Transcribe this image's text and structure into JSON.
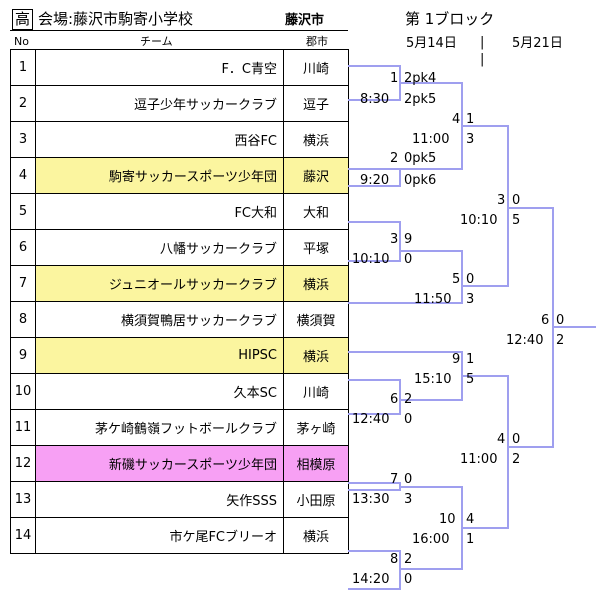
{
  "header": {
    "grade": "高",
    "venue": "会場:藤沢市駒寄小学校",
    "city": "藤沢市",
    "block": "第 1ブロック",
    "date1": "5月14日",
    "date2": "5月21日",
    "separator": "|"
  },
  "columns": {
    "no": "No",
    "team": "チーム",
    "town": "郡市"
  },
  "teams": [
    {
      "no": "1",
      "name": "F．C青空",
      "town": "川崎",
      "highlight": ""
    },
    {
      "no": "2",
      "name": "逗子少年サッカークラブ",
      "town": "逗子",
      "highlight": ""
    },
    {
      "no": "3",
      "name": "西谷FC",
      "town": "横浜",
      "highlight": ""
    },
    {
      "no": "4",
      "name": "駒寄サッカースポーツ少年団",
      "town": "藤沢",
      "highlight": "yellow"
    },
    {
      "no": "5",
      "name": "FC大和",
      "town": "大和",
      "highlight": ""
    },
    {
      "no": "6",
      "name": "八幡サッカークラブ",
      "town": "平塚",
      "highlight": ""
    },
    {
      "no": "7",
      "name": "ジュニオールサッカークラブ",
      "town": "横浜",
      "highlight": "yellow"
    },
    {
      "no": "8",
      "name": "横須賀鴨居サッカークラブ",
      "town": "横須賀",
      "highlight": ""
    },
    {
      "no": "9",
      "name": "HIPSC",
      "town": "横浜",
      "highlight": "yellow"
    },
    {
      "no": "10",
      "name": "久本SC",
      "town": "川崎",
      "highlight": ""
    },
    {
      "no": "11",
      "name": "茅ケ崎鶴嶺フットボールクラブ",
      "town": "茅ヶ崎",
      "highlight": ""
    },
    {
      "no": "12",
      "name": "新磯サッカースポーツ少年団",
      "town": "相模原",
      "highlight": "pink"
    },
    {
      "no": "13",
      "name": "矢作SSS",
      "town": "小田原",
      "highlight": ""
    },
    {
      "no": "14",
      "name": "市ケ尾FCブリーオ",
      "town": "横浜",
      "highlight": ""
    }
  ],
  "bracket_labels": [
    {
      "id": "m1-top",
      "text": "1"
    },
    {
      "id": "m1-time",
      "text": "8:30"
    },
    {
      "id": "m1-s1",
      "text": "2pk4"
    },
    {
      "id": "m1-s2",
      "text": "2pk5"
    },
    {
      "id": "m2-top",
      "text": "2"
    },
    {
      "id": "m2-time",
      "text": "9:20"
    },
    {
      "id": "m2-s1",
      "text": "0pk5"
    },
    {
      "id": "m2-s2",
      "text": "0pk6"
    },
    {
      "id": "m3-top",
      "text": "3"
    },
    {
      "id": "m3-time",
      "text": "10:10"
    },
    {
      "id": "m3-s1",
      "text": "9"
    },
    {
      "id": "m3-s2",
      "text": "0"
    },
    {
      "id": "m4-top",
      "text": "4"
    },
    {
      "id": "m4-time",
      "text": "11:00"
    },
    {
      "id": "m4-s1",
      "text": "1"
    },
    {
      "id": "m4-s2",
      "text": "3"
    },
    {
      "id": "m5-top",
      "text": "5"
    },
    {
      "id": "m5-time",
      "text": "11:50"
    },
    {
      "id": "m5-s1",
      "text": "0"
    },
    {
      "id": "m5-s2",
      "text": "3"
    },
    {
      "id": "m6-top",
      "text": "3"
    },
    {
      "id": "m6-time",
      "text": "10:10"
    },
    {
      "id": "m6-s1",
      "text": "0"
    },
    {
      "id": "m6-s2",
      "text": "5"
    },
    {
      "id": "m7-top",
      "text": "6"
    },
    {
      "id": "m7-time",
      "text": "12:40"
    },
    {
      "id": "m7-s1",
      "text": "0"
    },
    {
      "id": "m7-s2",
      "text": "2"
    },
    {
      "id": "m8-top",
      "text": "9"
    },
    {
      "id": "m8-time",
      "text": "15:10"
    },
    {
      "id": "m8-s1",
      "text": "1"
    },
    {
      "id": "m8-s2",
      "text": "5"
    },
    {
      "id": "m9-top",
      "text": "6"
    },
    {
      "id": "m9-time",
      "text": "12:40"
    },
    {
      "id": "m9-s1",
      "text": "2"
    },
    {
      "id": "m9-s2",
      "text": "0"
    },
    {
      "id": "m10-top",
      "text": "4"
    },
    {
      "id": "m10-time",
      "text": "11:00"
    },
    {
      "id": "m10-s1",
      "text": "0"
    },
    {
      "id": "m10-s2",
      "text": "2"
    },
    {
      "id": "m11-top",
      "text": "7"
    },
    {
      "id": "m11-time",
      "text": "13:30"
    },
    {
      "id": "m11-s1",
      "text": "0"
    },
    {
      "id": "m11-s2",
      "text": "3"
    },
    {
      "id": "m12-top",
      "text": "10"
    },
    {
      "id": "m12-time",
      "text": "16:00"
    },
    {
      "id": "m12-s1",
      "text": "4"
    },
    {
      "id": "m12-s2",
      "text": "1"
    },
    {
      "id": "m13-top",
      "text": "8"
    },
    {
      "id": "m13-time",
      "text": "14:20"
    },
    {
      "id": "m13-s1",
      "text": "2"
    },
    {
      "id": "m13-s2",
      "text": "0"
    }
  ],
  "colors": {
    "bracket_line": "#9f9fef",
    "yellow": "#fbf59f",
    "pink": "#f7a0f4"
  }
}
